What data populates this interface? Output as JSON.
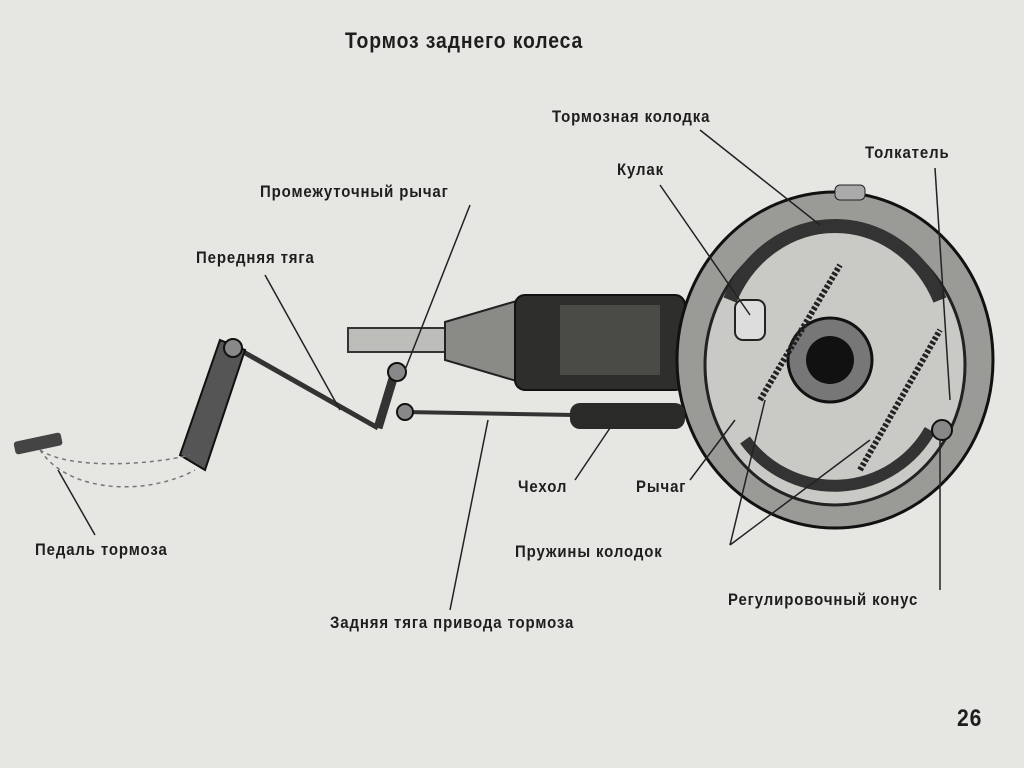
{
  "title": "Тормоз заднего колеса",
  "labels": {
    "brake_shoe": "Тормозная колодка",
    "pusher": "Толкатель",
    "cam": "Кулак",
    "intermediate_lever": "Промежуточный рычаг",
    "front_rod": "Передняя тяга",
    "cover": "Чехол",
    "lever": "Рычаг",
    "brake_pedal": "Педаль тормоза",
    "shoe_springs": "Пружины колодок",
    "adjusting_cone": "Регулировочный конус",
    "rear_rod": "Задняя тяга привода тормоза"
  },
  "page_number": "26"
}
